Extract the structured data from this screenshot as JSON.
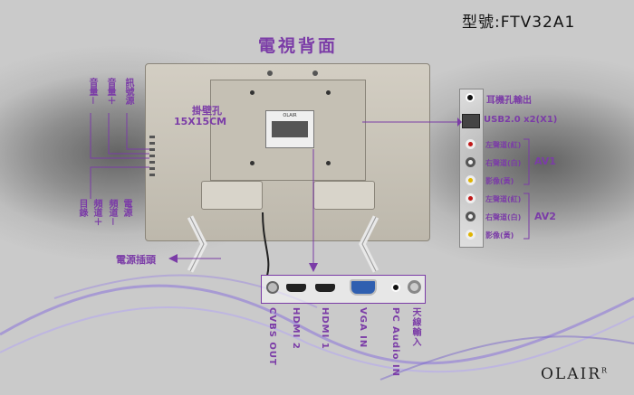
{
  "header": {
    "model_number": "型號:FTV32A1",
    "title": "電視背面"
  },
  "left_buttons": [
    "音量－",
    "音量＋",
    "訊號源",
    "目錄",
    "頻道＋",
    "頻道－",
    "電源"
  ],
  "wall_mount": {
    "label": "掛壁孔",
    "size": "15X15CM"
  },
  "power_socket": "電源插頭",
  "sticker_brand": "OLAIR",
  "right_ports": {
    "earphone": "耳機孔輸出",
    "usb": "USB2.0 x2(X1)",
    "av1": {
      "name": "AV1",
      "items": [
        "左聲道(紅)",
        "右聲道(白)",
        "影像(黃)"
      ]
    },
    "av2": {
      "name": "AV2",
      "items": [
        "左聲道(紅)",
        "右聲道(白)",
        "影像(黃)"
      ]
    }
  },
  "bottom_ports": [
    "CVBS OUT",
    "HDMI 2",
    "HDMI 1",
    "VGA IN",
    "PC Audio IN",
    "天線輸入"
  ],
  "brand": {
    "name": "OLAIR",
    "mark": "R"
  },
  "colors": {
    "accent": "#7b3ca7",
    "tv_body": "#c9c4b8",
    "red_jack": "#c01818",
    "white_jack": "#eeeeee",
    "yellow_jack": "#e0b400"
  }
}
